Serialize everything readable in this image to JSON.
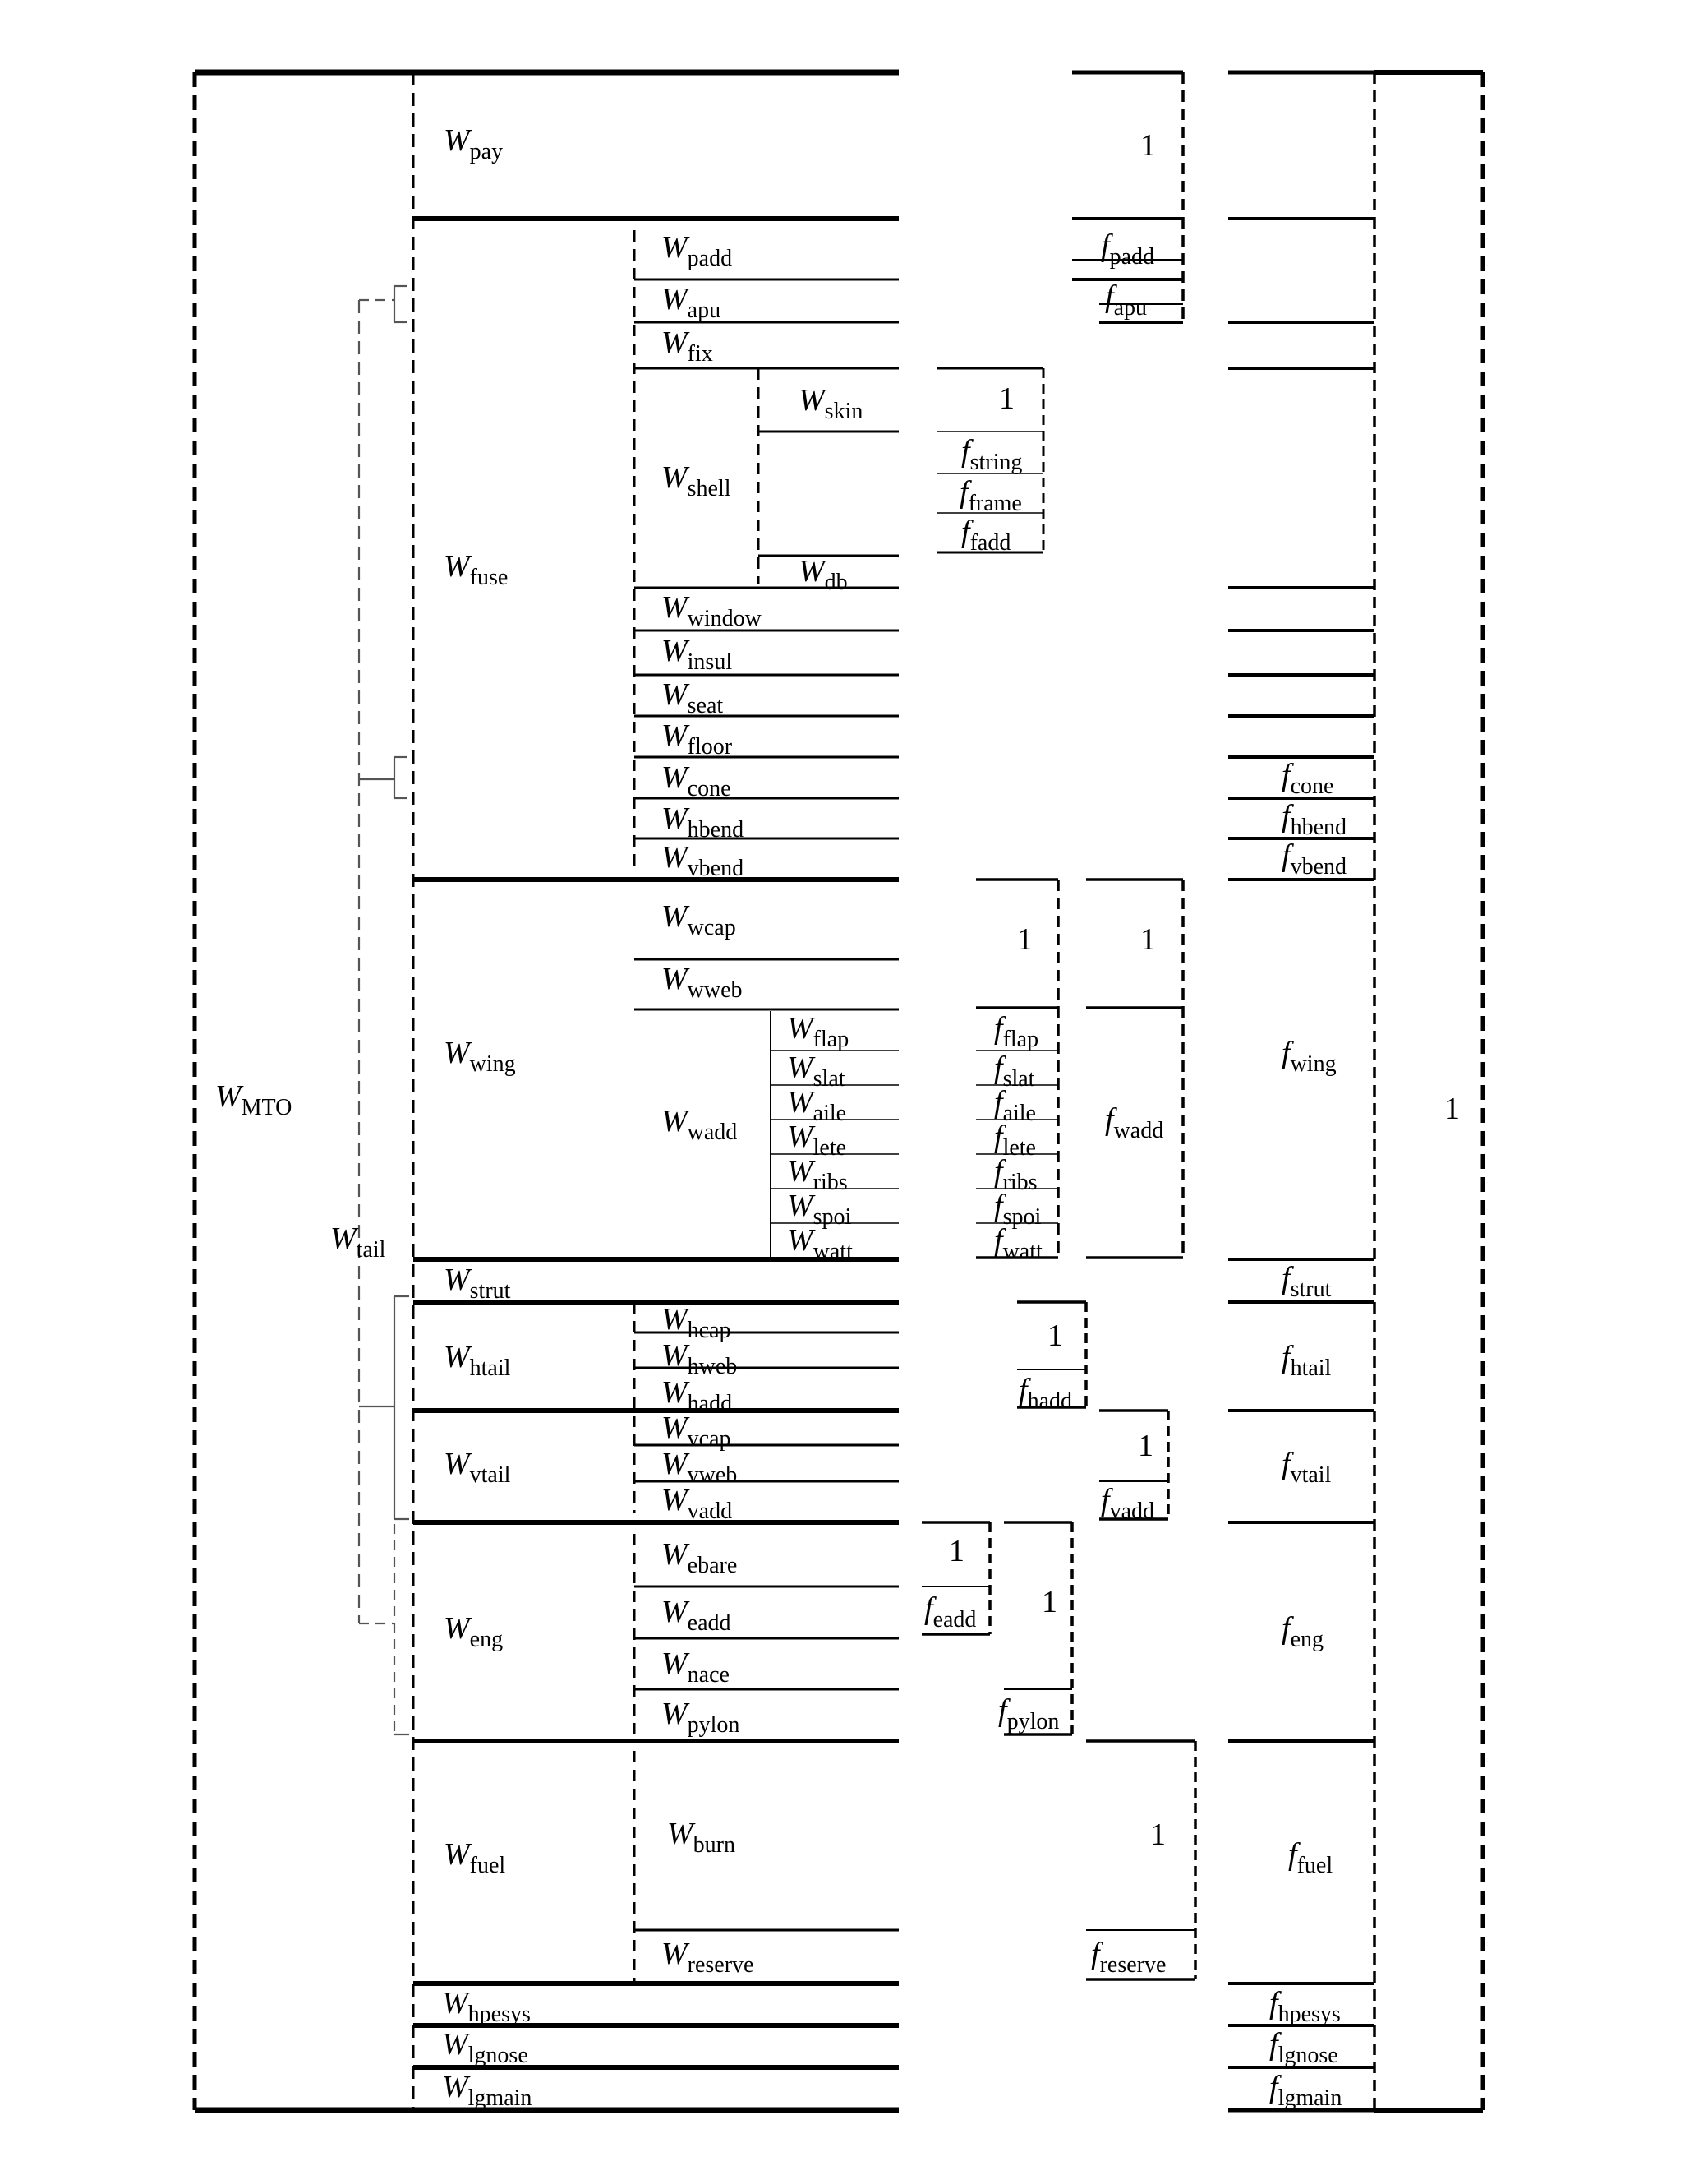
{
  "weights": {
    "mto": "MTO",
    "pay": "pay",
    "fuse": "fuse",
    "padd": "padd",
    "apu": "apu",
    "fix": "fix",
    "shell": "shell",
    "skin": "skin",
    "db": "db",
    "window": "window",
    "insul": "insul",
    "seat": "seat",
    "floor": "floor",
    "cone": "cone",
    "hbend": "hbend",
    "vbend": "vbend",
    "wing": "wing",
    "wcap": "wcap",
    "wweb": "wweb",
    "wadd": "wadd",
    "flap": "flap",
    "slat": "slat",
    "aile": "aile",
    "lete": "lete",
    "ribs": "ribs",
    "spoi": "spoi",
    "watt": "watt",
    "tail": "tail",
    "strut": "strut",
    "htail": "htail",
    "hcap": "hcap",
    "hweb": "hweb",
    "hadd": "hadd",
    "vtail": "vtail",
    "vcap": "vcap",
    "vweb": "vweb",
    "vadd": "vadd",
    "eng": "eng",
    "ebare": "ebare",
    "eadd": "eadd",
    "nace": "nace",
    "pylon": "pylon",
    "fuel": "fuel",
    "burn": "burn",
    "reserve": "reserve",
    "hpesys": "hpesys",
    "lgnose": "lgnose",
    "lgmain": "lgmain"
  },
  "fractions": {
    "padd": "padd",
    "apu": "apu",
    "string": "string",
    "frame": "frame",
    "fadd": "fadd",
    "cone": "cone",
    "hbend": "hbend",
    "vbend": "vbend",
    "flap": "flap",
    "slat": "slat",
    "aile": "aile",
    "lete": "lete",
    "ribs": "ribs",
    "spoi": "spoi",
    "watt": "watt",
    "wadd": "wadd",
    "wing": "wing",
    "strut": "strut",
    "hadd": "hadd",
    "htail": "htail",
    "vadd": "vadd",
    "vtail": "vtail",
    "eadd": "eadd",
    "pylon": "pylon",
    "eng": "eng",
    "reserve": "reserve",
    "fuel": "fuel",
    "hpesys": "hpesys",
    "lgnose": "lgnose",
    "lgmain": "lgmain"
  },
  "symbols": {
    "weight": "W",
    "fraction": "f",
    "one": "1"
  }
}
